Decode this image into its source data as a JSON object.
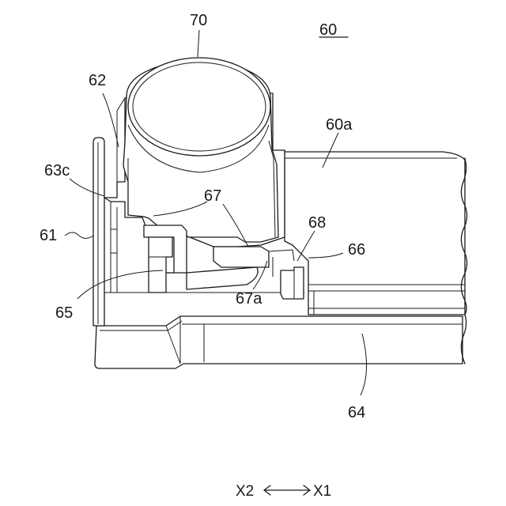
{
  "figure": {
    "figure_number": "60",
    "labels": {
      "camera": "70",
      "rib": "62",
      "bracket_top": "60a",
      "wall_edge": "63c",
      "side_wall": "61",
      "latch": "67",
      "latch_tip": "67a",
      "stopper": "68",
      "step": "66",
      "hook": "65",
      "base_rail": "64"
    },
    "direction": {
      "left": "X2",
      "right": "X1"
    }
  }
}
